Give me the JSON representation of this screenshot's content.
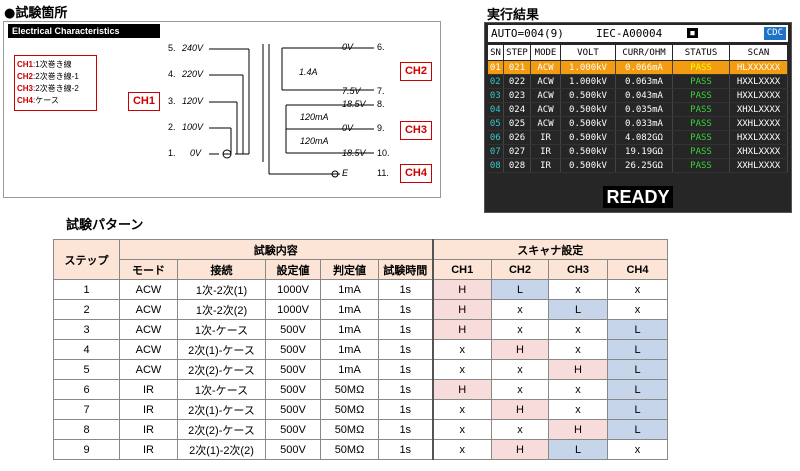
{
  "titles": {
    "test_location": "●試験箇所",
    "run_result": "実行結果",
    "test_pattern": "試験パターン"
  },
  "schematic": {
    "header": "Electrical Characteristics",
    "legend": [
      {
        "ch": "CH1",
        "desc": ":1次巻き線"
      },
      {
        "ch": "CH2",
        "desc": ":2次巻き線-1"
      },
      {
        "ch": "CH3",
        "desc": ":2次巻き線-2"
      },
      {
        "ch": "CH4",
        "desc": ":ケース"
      }
    ],
    "ch_labels": [
      "CH1",
      "CH2",
      "CH3",
      "CH4"
    ],
    "primary_pins": [
      "5.",
      "4.",
      "3.",
      "2.",
      "1."
    ],
    "primary_volts": [
      "240V",
      "220V",
      "120V",
      "100V",
      "0V"
    ],
    "sec1_top": "0V",
    "sec1_current": "1.4A",
    "sec1_bottom": "7.5V",
    "sec2_top": "18.5V",
    "sec2_current_a": "120mA",
    "sec2_mid": "0V",
    "sec2_current_b": "120mA",
    "sec2_bottom": "18.5V",
    "earth": "E",
    "secondary_pins": [
      "6.",
      "7.",
      "8.",
      "9.",
      "10.",
      "11."
    ]
  },
  "device": {
    "status_text": "AUTO=004(9)",
    "id_text": "IEC-A00004",
    "badge_text": "CDC",
    "columns": [
      "SN",
      "STEP",
      "MODE",
      "VOLT",
      "CURR/OHM",
      "STATUS",
      "SCAN"
    ],
    "rows": [
      [
        "01",
        "021",
        "ACW",
        "1.000kV",
        "0.066mA",
        "PASS",
        "HLXXXXXX"
      ],
      [
        "02",
        "022",
        "ACW",
        "1.000kV",
        "0.063mA",
        "PASS",
        "HXXLXXXX"
      ],
      [
        "03",
        "023",
        "ACW",
        "0.500kV",
        "0.043mA",
        "PASS",
        "HXXLXXXX"
      ],
      [
        "04",
        "024",
        "ACW",
        "0.500kV",
        "0.035mA",
        "PASS",
        "XHXLXXXX"
      ],
      [
        "05",
        "025",
        "ACW",
        "0.500kV",
        "0.033mA",
        "PASS",
        "XXHLXXXX"
      ],
      [
        "06",
        "026",
        "IR",
        "0.500kV",
        "4.082GΩ",
        "PASS",
        "HXXLXXXX"
      ],
      [
        "07",
        "027",
        "IR",
        "0.500kV",
        "19.19GΩ",
        "PASS",
        "XHXLXXXX"
      ],
      [
        "08",
        "028",
        "IR",
        "0.500kV",
        "26.25GΩ",
        "PASS",
        "XXHLXXXX"
      ]
    ],
    "ready": "READY"
  },
  "pattern": {
    "h_step": "ステップ",
    "h_content": "試験内容",
    "h_scanner": "スキャナ設定",
    "sub": [
      "モード",
      "接続",
      "設定値",
      "判定値",
      "試験時間",
      "CH1",
      "CH2",
      "CH3",
      "CH4"
    ],
    "rows": [
      [
        "1",
        "ACW",
        "1次-2次(1)",
        "1000V",
        "1mA",
        "1s",
        "H",
        "L",
        "x",
        "x"
      ],
      [
        "2",
        "ACW",
        "1次-2次(2)",
        "1000V",
        "1mA",
        "1s",
        "H",
        "x",
        "L",
        "x"
      ],
      [
        "3",
        "ACW",
        "1次-ケース",
        "500V",
        "1mA",
        "1s",
        "H",
        "x",
        "x",
        "L"
      ],
      [
        "4",
        "ACW",
        "2次(1)-ケース",
        "500V",
        "1mA",
        "1s",
        "x",
        "H",
        "x",
        "L"
      ],
      [
        "5",
        "ACW",
        "2次(2)-ケース",
        "500V",
        "1mA",
        "1s",
        "x",
        "x",
        "H",
        "L"
      ],
      [
        "6",
        "IR",
        "1次-ケース",
        "500V",
        "50MΩ",
        "1s",
        "H",
        "x",
        "x",
        "L"
      ],
      [
        "7",
        "IR",
        "2次(1)-ケース",
        "500V",
        "50MΩ",
        "1s",
        "x",
        "H",
        "x",
        "L"
      ],
      [
        "8",
        "IR",
        "2次(2)-ケース",
        "500V",
        "50MΩ",
        "1s",
        "x",
        "x",
        "H",
        "L"
      ],
      [
        "9",
        "IR",
        "2次(1)-2次(2)",
        "500V",
        "50MΩ",
        "1s",
        "x",
        "H",
        "L",
        "x"
      ]
    ]
  }
}
